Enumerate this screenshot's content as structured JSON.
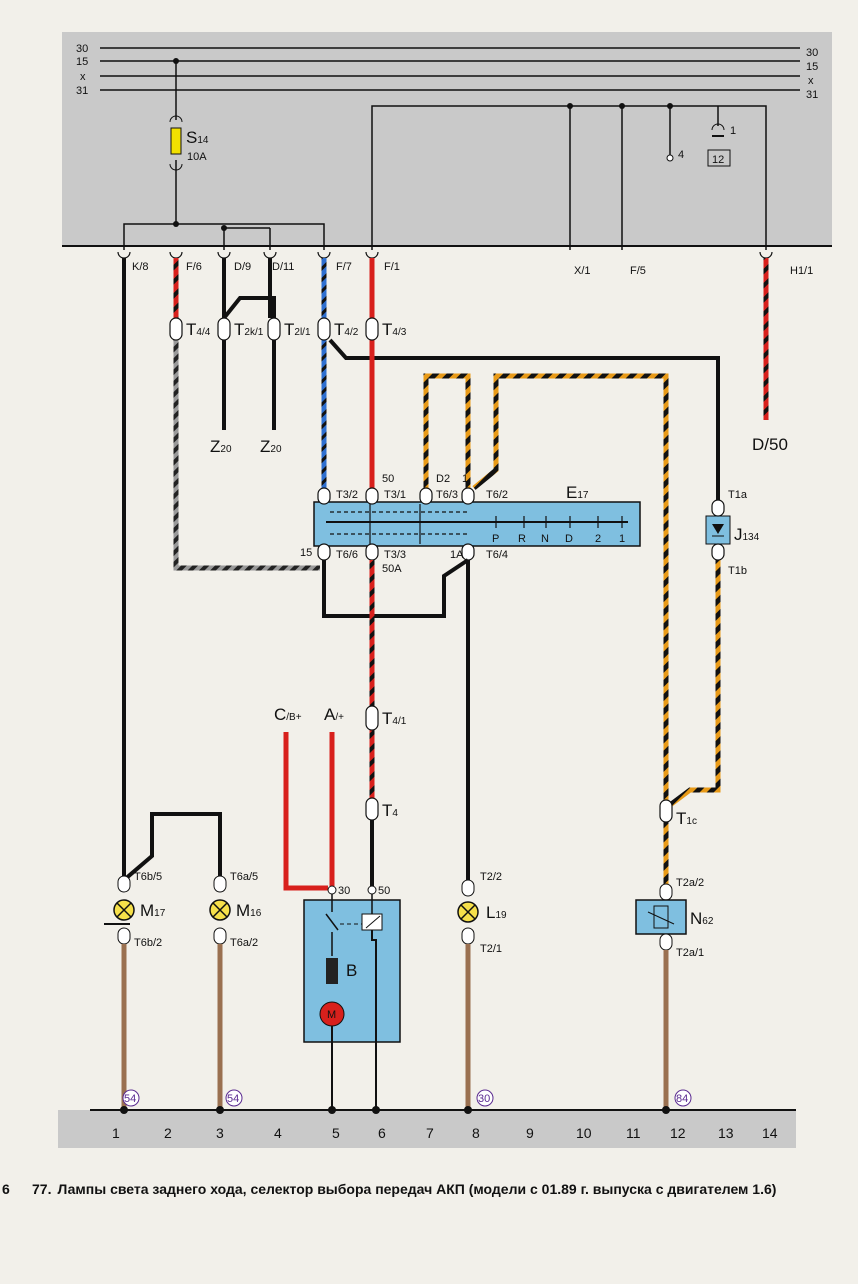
{
  "bus_labels": {
    "l30": "30",
    "l15": "15",
    "lx": "x",
    "l31": "31"
  },
  "fuse": {
    "name": "S",
    "sub": "14",
    "rating": "10A"
  },
  "relay_box": {
    "pin4": "4",
    "pin1": "1",
    "relay_num": "12"
  },
  "connectors": {
    "k8": "K/8",
    "f6": "F/6",
    "d9": "D/9",
    "d11": "D/11",
    "f7": "F/7",
    "f1": "F/1",
    "x1": "X/1",
    "f5": "F/5",
    "h11": "H1/1",
    "d50": "D/50"
  },
  "terminals": {
    "t44": "4/4",
    "t2k1": "2k/1",
    "t2l1": "2l/1",
    "t42": "4/2",
    "t43": "4/3",
    "t41": "4/1",
    "t4": "4",
    "t1c": "1c",
    "t1a": "T1a",
    "t1b": "T1b"
  },
  "ground_pts": {
    "z20a": "Z",
    "z20b": "Z",
    "sub": "20"
  },
  "selector": {
    "name": "E",
    "sub": "17",
    "pins_top": [
      "T3/2",
      "T3/1",
      "T6/3",
      "T6/2"
    ],
    "pins_bot": [
      "T6/6",
      "T3/3",
      "T6/4"
    ],
    "marks_top": [
      "50",
      "D2",
      "1"
    ],
    "marks_bot": [
      "15",
      "50A",
      "1A"
    ],
    "gears": [
      "P",
      "R",
      "N",
      "D",
      "2",
      "1"
    ]
  },
  "relay_j134": {
    "name": "J",
    "sub": "134"
  },
  "solenoid": {
    "name": "N",
    "sub": "62",
    "pin_top": "T2a/2",
    "pin_bot": "T2a/1"
  },
  "lamps": {
    "m17": {
      "name": "M",
      "sub": "17",
      "pin_top": "T6b/5",
      "pin_bot": "T6b/2"
    },
    "m16": {
      "name": "M",
      "sub": "16",
      "pin_top": "T6a/5",
      "pin_bot": "T6a/2"
    },
    "l19": {
      "name": "L",
      "sub": "19",
      "pin_top": "T2/2",
      "pin_bot": "T2/1"
    }
  },
  "starter": {
    "c_label": "C",
    "c_sub": "/B+",
    "a_label": "A",
    "a_sub": "/+",
    "p30": "30",
    "p50": "50",
    "b": "B",
    "m": "M"
  },
  "ground_marks": {
    "g1": "54",
    "g2": "54",
    "g3": "30",
    "g4": "84"
  },
  "ruler": [
    "1",
    "2",
    "3",
    "4",
    "5",
    "6",
    "7",
    "8",
    "9",
    "10",
    "11",
    "12",
    "13",
    "14"
  ],
  "caption": {
    "page": "6",
    "fig": "77.",
    "text": "Лампы света заднего хода, селектор выбора передач АКП (модели с 01.89 г. выпуска с двигателем 1.6)"
  },
  "colors": {
    "panel": "#c9c9c9",
    "blue_box": "#7fbfe0",
    "red": "#d8201c",
    "orange": "#e89a18",
    "brown": "#9a7050",
    "blue_wire": "#2e6fd0",
    "fuse": "#f2e000",
    "lamp": "#f6e04a"
  }
}
